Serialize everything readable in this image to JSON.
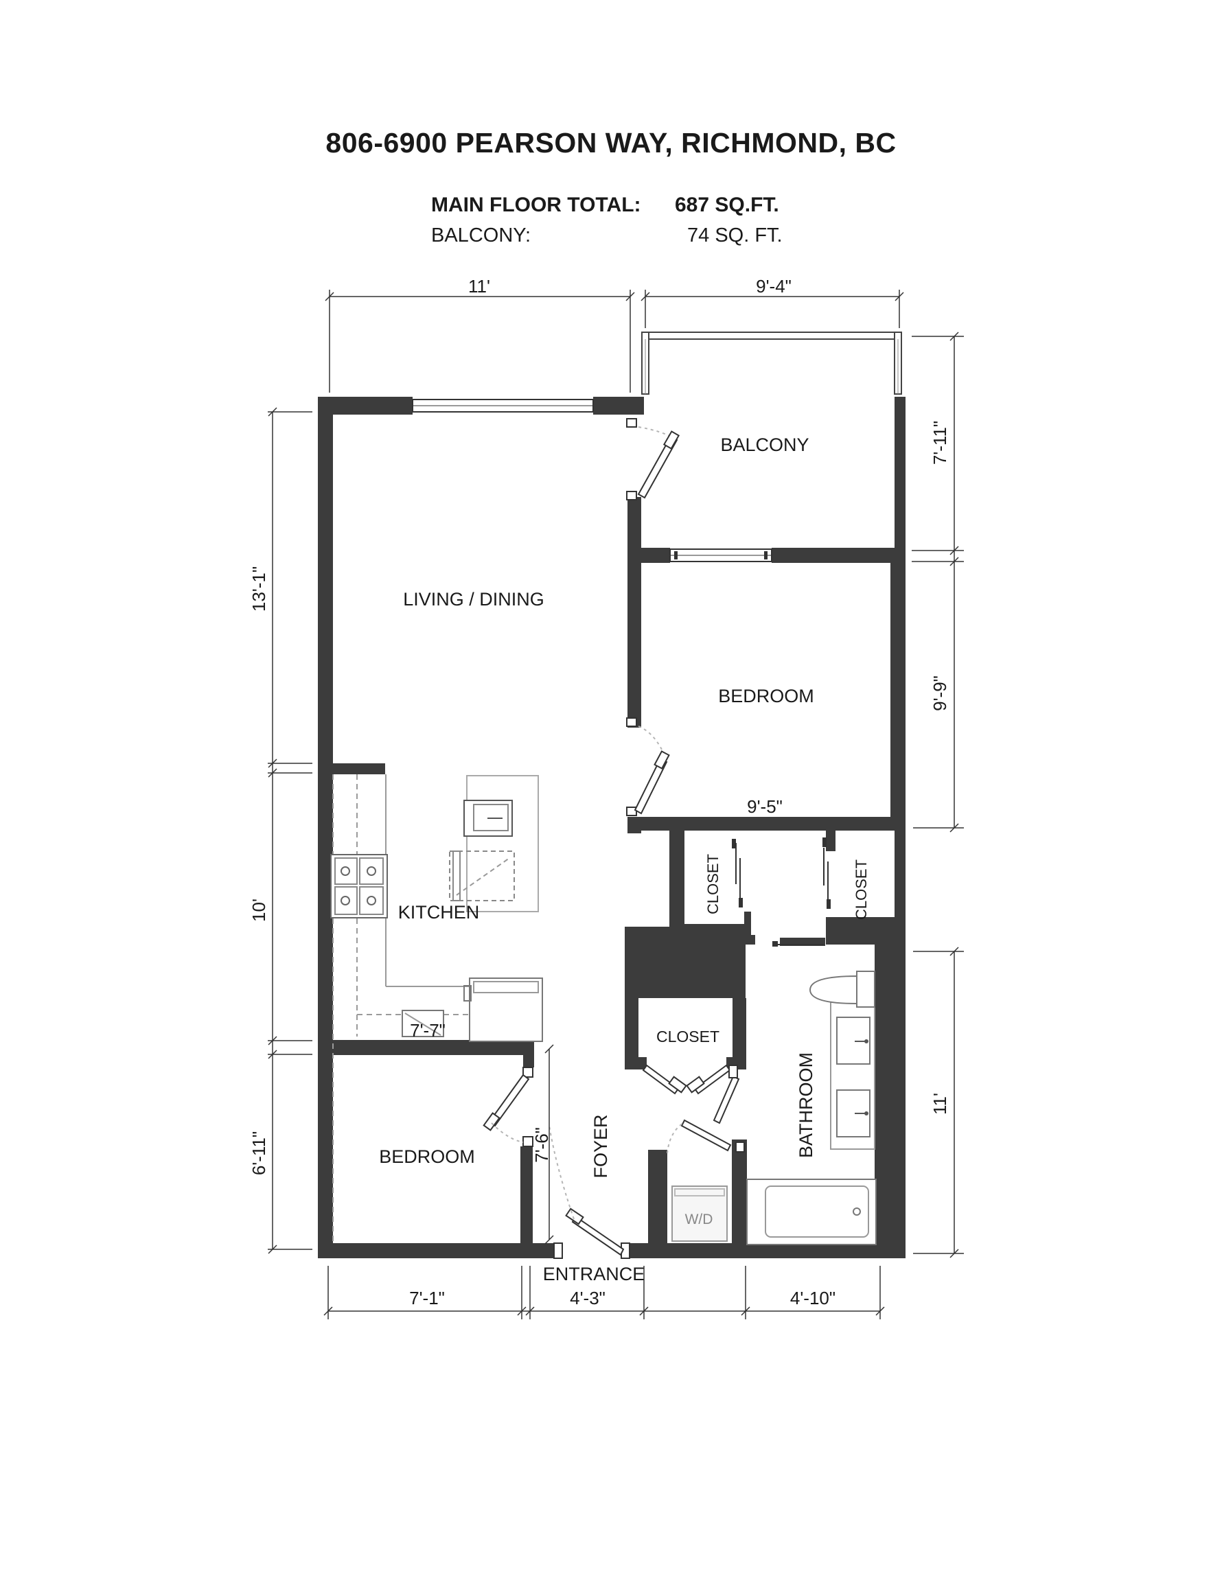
{
  "plan": {
    "title": "806-6900 PEARSON WAY, RICHMOND, BC",
    "areas": {
      "main_floor_label": "MAIN FLOOR TOTAL:",
      "main_floor_value": "687 SQ.FT.",
      "balcony_label": "BALCONY:",
      "balcony_value": "74 SQ. FT."
    },
    "rooms": {
      "balcony": "BALCONY",
      "living_dining": "LIVING / DINING",
      "bedroom_main": "BEDROOM",
      "kitchen": "KITCHEN",
      "closet_1": "CLOSET",
      "closet_2": "CLOSET",
      "closet_3": "CLOSET",
      "bathroom": "BATHROOM",
      "bedroom_2": "BEDROOM",
      "foyer": "FOYER",
      "washer_dryer": "W/D",
      "entrance": "ENTRANCE"
    },
    "dimensions": {
      "top_left": "11'",
      "top_right": "9'-4\"",
      "right_balcony": "7'-11\"",
      "right_bedroom": "9'-9\"",
      "right_bathroom": "11'",
      "left_living": "13'-1\"",
      "left_kitchen": "10'",
      "left_bedroom": "6'-11\"",
      "bottom_bedroom": "7'-1\"",
      "bottom_foyer": "4'-3\"",
      "bottom_bathroom": "4'-10\"",
      "bedroom_width": "9'-5\"",
      "kitchen_width": "7'-7\"",
      "foyer_depth": "7'-6\""
    }
  }
}
